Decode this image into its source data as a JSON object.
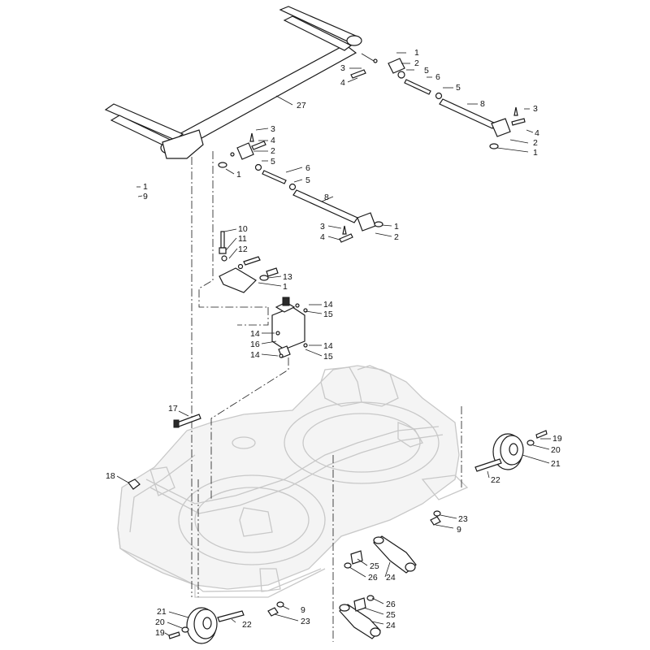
{
  "callouts": {
    "c1": "1",
    "c2": "2",
    "c3": "3",
    "c4": "4",
    "c5": "5",
    "c6": "6",
    "c8": "8",
    "c9": "9",
    "c10": "10",
    "c11": "11",
    "c12": "12",
    "c13": "13",
    "c14": "14",
    "c15": "15",
    "c16": "16",
    "c17": "17",
    "c18": "18",
    "c19": "19",
    "c20": "20",
    "c21": "21",
    "c22": "22",
    "c23": "23",
    "c24": "24",
    "c25": "25",
    "c26": "26",
    "c27": "27"
  },
  "colors": {
    "line": "#1a1a1a",
    "ghost": "#c8c8c8",
    "background": "#ffffff"
  }
}
